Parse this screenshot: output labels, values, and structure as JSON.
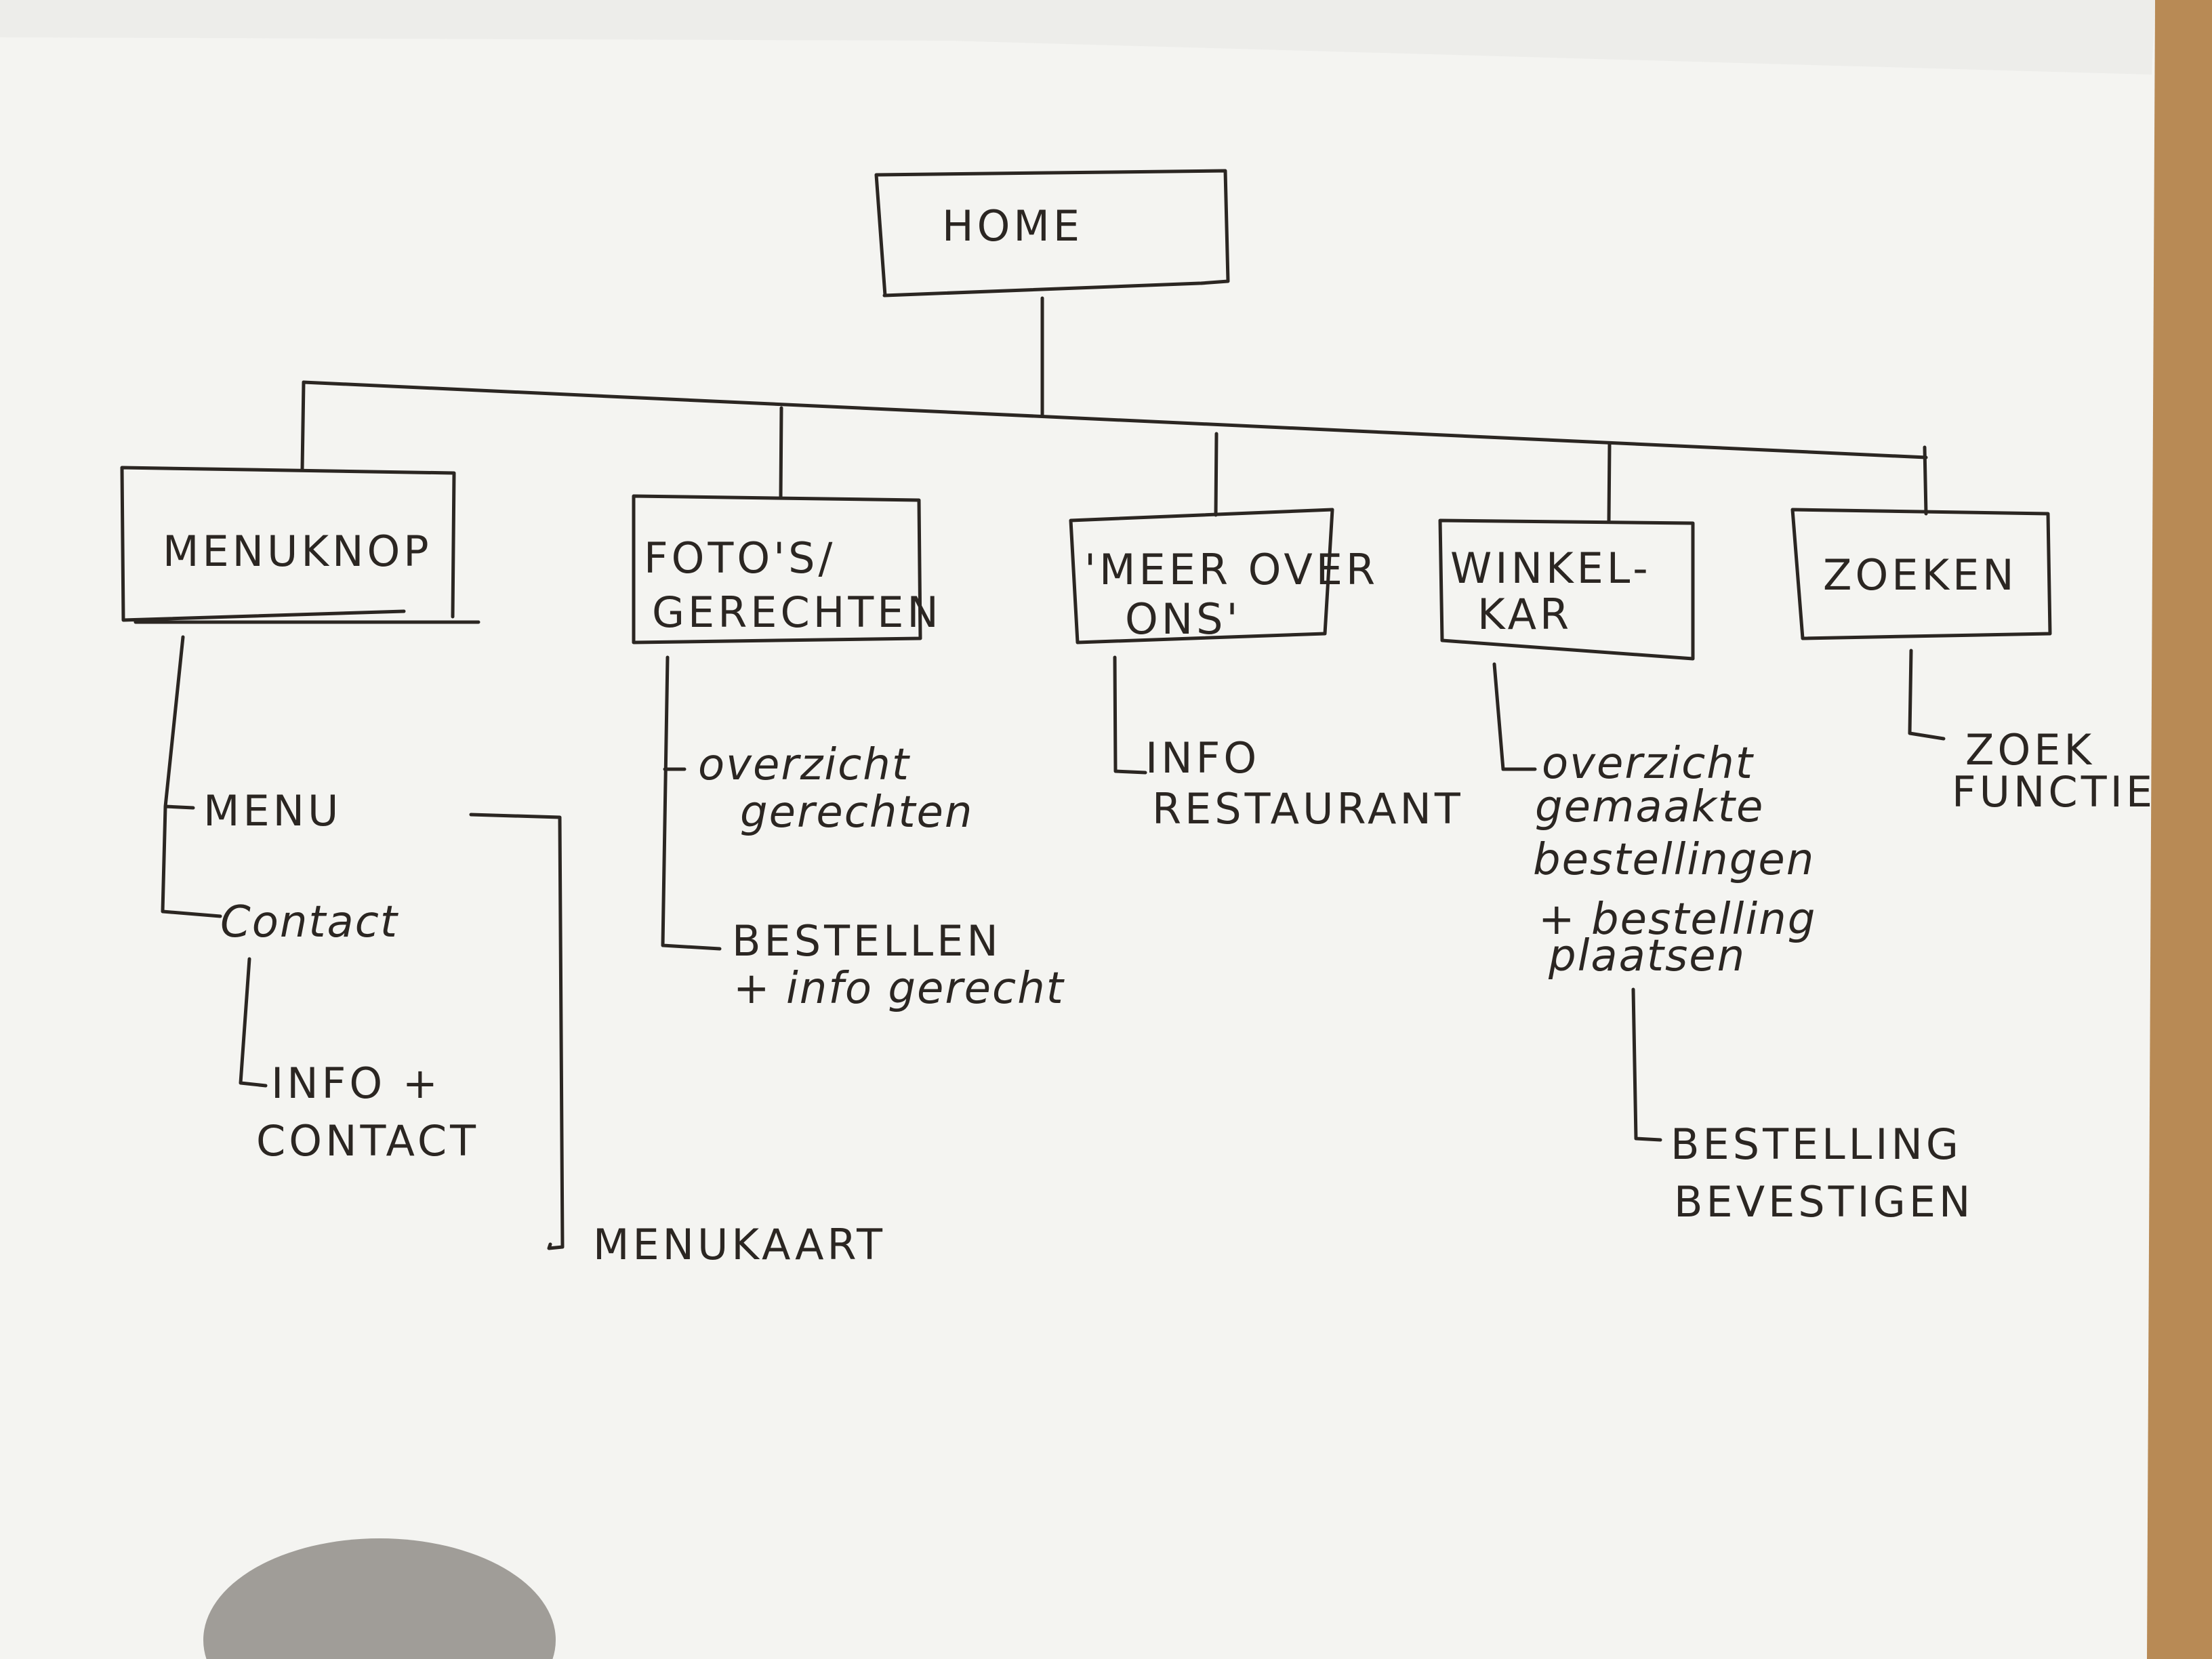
{
  "colors": {
    "desk": "#b88a55",
    "paper": "#f4f4f1",
    "ink": "#2b2622"
  },
  "root": {
    "label": "HOME"
  },
  "branches": [
    {
      "label_lines": [
        "MENUKNOP"
      ],
      "children": [
        {
          "lines": [
            "MENU"
          ],
          "children": [
            {
              "lines": [
                "MENUKAART"
              ]
            }
          ]
        },
        {
          "lines": [
            "Contact"
          ],
          "children": [
            {
              "lines": [
                "INFO +",
                "CONTACT"
              ]
            }
          ]
        }
      ]
    },
    {
      "label_lines": [
        "FOTO'S/",
        "GERECHTEN"
      ],
      "children": [
        {
          "lines": [
            "overzicht",
            "gerechten"
          ]
        },
        {
          "lines": [
            "BESTELLEN",
            "+ info gerecht"
          ]
        }
      ]
    },
    {
      "label_lines": [
        "'MEER OVER",
        "ONS'"
      ],
      "children": [
        {
          "lines": [
            "INFO",
            "RESTAURANT"
          ]
        }
      ]
    },
    {
      "label_lines": [
        "WINKEL-",
        "KAR"
      ],
      "children": [
        {
          "lines": [
            "overzicht",
            "gemaakte",
            "bestellingen",
            "+ bestelling",
            "plaatsen"
          ],
          "children": [
            {
              "lines": [
                "BESTELLING",
                "BEVESTIGEN"
              ]
            }
          ]
        }
      ]
    },
    {
      "label_lines": [
        "ZOEKEN"
      ],
      "children": [
        {
          "lines": [
            "ZOEK",
            "FUNCTIE"
          ]
        }
      ]
    }
  ]
}
